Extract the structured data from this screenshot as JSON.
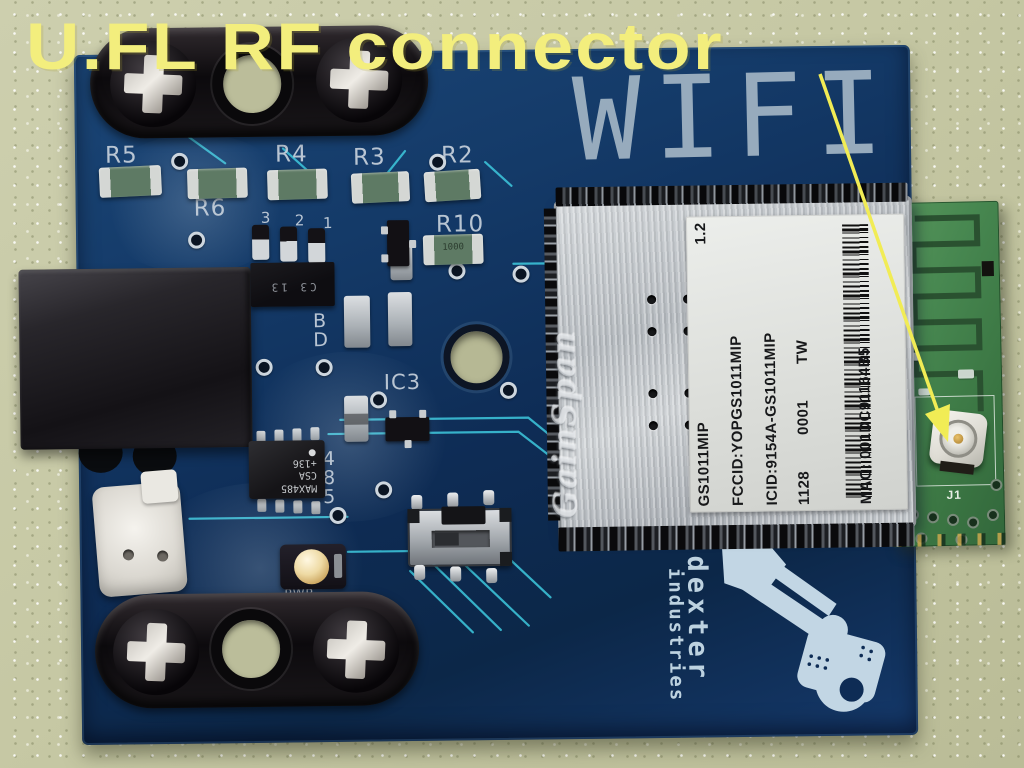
{
  "annotation": {
    "title": "U.FL RF connector"
  },
  "board": {
    "wifi": "WIFI",
    "brand": {
      "word1": "dexter",
      "word2": "industries"
    },
    "silkscreen": {
      "r5": "R5",
      "r6": "R6",
      "r4": "R4",
      "r3": "R3",
      "r2": "R2",
      "r10": "R10",
      "ic3": "IC3",
      "s485": "485",
      "bd": "BD",
      "pwr": "PWR",
      "pad3": "3",
      "pad2": "2",
      "pad1": "1"
    }
  },
  "module": {
    "shield_logo": "GainSpan",
    "ufl_ref": "J1",
    "label": {
      "part": "GS1011MIP",
      "rev": "1.2",
      "fcc": "FCCID:YOPGS1011MIP",
      "ic": "ICID:9154A-GS1011MIP",
      "date": "1128",
      "serial": "0001",
      "country": "TW",
      "mac": "MAC: 001DC91164B5"
    }
  },
  "components": {
    "rs485_ic": {
      "l1": "MAX485",
      "l2": "CSA",
      "l3": "+136"
    },
    "reg_ic": {
      "text": "C3 13"
    },
    "r10_value": "1000"
  },
  "colors": {
    "annotation_yellow": "#f3ee7d",
    "pcb_blue": "#123a66",
    "module_green": "#44834a",
    "trace_cyan": "#3ec9de",
    "shield_silver": "#bfc4c9"
  }
}
